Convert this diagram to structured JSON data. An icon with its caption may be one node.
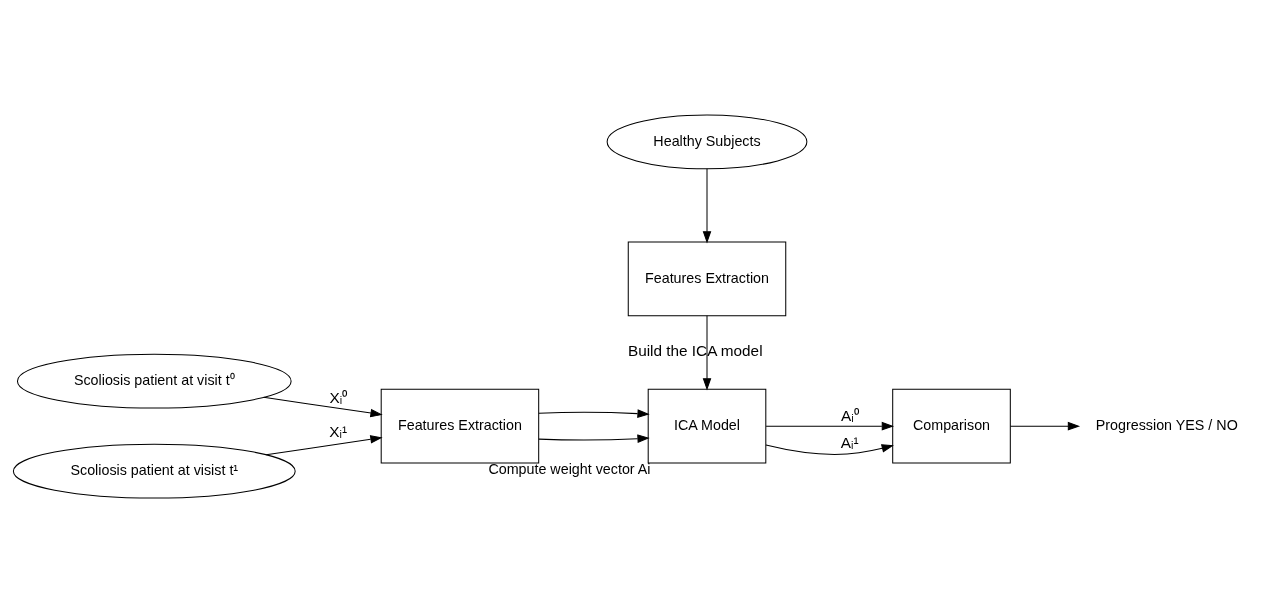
{
  "diagram": {
    "nodes": [
      {
        "text": [
          "Scoliosis patient at visit t⁰"
        ]
      },
      {
        "text": [
          "Scoliosis patient at visist t¹"
        ]
      },
      {
        "text": [
          "Features Extraction"
        ]
      },
      {
        "text": [
          "ICA Model"
        ],
        "beside": [
          "Compute weight vector Ai"
        ]
      },
      {
        "text": [
          "Comparison"
        ]
      },
      {
        "text": [
          "Progression YES / NO"
        ]
      },
      {
        "text": [
          "Features Extraction"
        ]
      },
      {
        "text": [
          "Healthy Subjects"
        ]
      }
    ],
    "edges": [
      {
        "from": 0,
        "to": 2,
        "arrow": "to",
        "label": "Xᵢ⁰"
      },
      {
        "from": 1,
        "to": 2,
        "arrow": "to",
        "label": "Xᵢ¹"
      },
      {
        "from": 2,
        "to": 3,
        "arrow": "to"
      },
      {
        "from": 2,
        "to": 3,
        "arrow": "to"
      },
      {
        "from": 3,
        "to": 4,
        "arrow": "to",
        "label": "Aᵢ⁰"
      },
      {
        "from": 3,
        "to": 4,
        "arrow": "to",
        "label": "Aᵢ¹"
      },
      {
        "from": 4,
        "to": 5,
        "arrow": "to"
      },
      {
        "from": 6,
        "to": 3,
        "arrow": "to",
        "label": "Build the ICA model"
      },
      {
        "from": 7,
        "to": 6,
        "arrow": "to"
      }
    ]
  }
}
